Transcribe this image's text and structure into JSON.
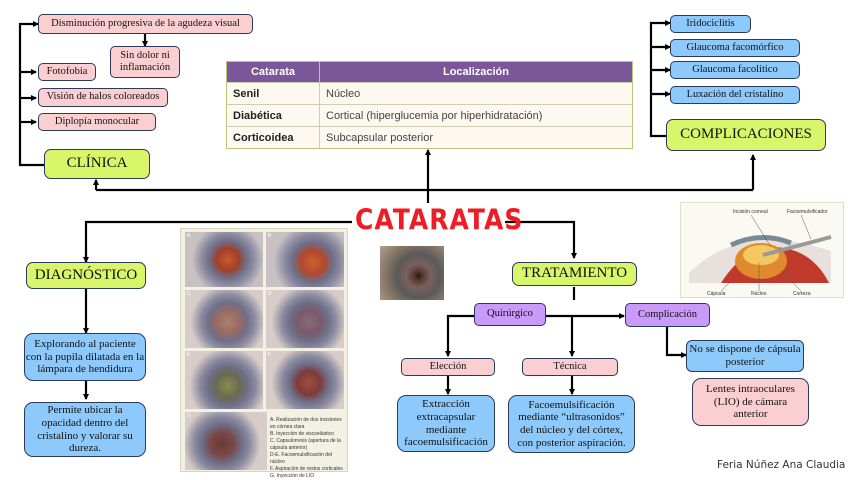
{
  "title": "CATARATAS",
  "clinica": {
    "label": "CLÍNICA",
    "items": [
      "Disminución progresiva de la agudeza visual",
      "Fotofobia",
      "Visión de halos coloreados",
      "Diplopía monocular"
    ],
    "sub_item": "Sin dolor ni inflamación"
  },
  "table": {
    "headers": [
      "Catarata",
      "Localización"
    ],
    "rows": [
      [
        "Senil",
        "Núcleo"
      ],
      [
        "Diabética",
        "Cortical (hiperglucemia por hiperhidratación)"
      ],
      [
        "Corticoidea",
        "Subcapsular posterior"
      ]
    ]
  },
  "complicaciones": {
    "label": "COMPLICACIONES",
    "items": [
      "Iridociclitis",
      "Glaucoma facomórfico",
      "Glaucoma facolítico",
      "Luxación del cristalino"
    ]
  },
  "diagnostico": {
    "label": "DIAGNÓSTICO",
    "steps": [
      "Explorando al paciente con la pupila dilatada en la lámpara de hendidura",
      "Permite ubicar la opacidad dentro del cristalino y valorar su dureza."
    ]
  },
  "tratamiento": {
    "label": "TRATAMIENTO",
    "quirurgico": "Quirúrgico",
    "complicacion": "Complicación",
    "eleccion": "Elección",
    "eleccion_detail": "Extracción extracapsular mediante facoemulsificación",
    "tecnica": "Técnica",
    "tecnica_detail": "Facoemulsificación mediante “ultrasonidos” del núcleo y del córtex, con posterior aspiración.",
    "complicacion_detail": "No se dispone de cápsula posterior",
    "lio": "Lentes intraoculares (LIO) de cámara anterior"
  },
  "photo_steps": {
    "panels": [
      "A",
      "B",
      "C",
      "D",
      "E",
      "F",
      "G"
    ],
    "legend": [
      "A. Realización de dos incisiones en córnea clara",
      "B. Inyección de viscoelástico",
      "C. Capsulorrexis (apertura de la cápsula anterior)",
      "D-E. Facoemulsificación del núcleo",
      "F. Aspiración de restos corticales",
      "G. Inyección de LIO"
    ]
  },
  "eye_diagram": {
    "labels": [
      "Incisión corneal",
      "Facoemulsificador",
      "Cápsula",
      "Núcleo",
      "Corteza"
    ]
  },
  "author": "Feria Núñez Ana Claudia"
}
